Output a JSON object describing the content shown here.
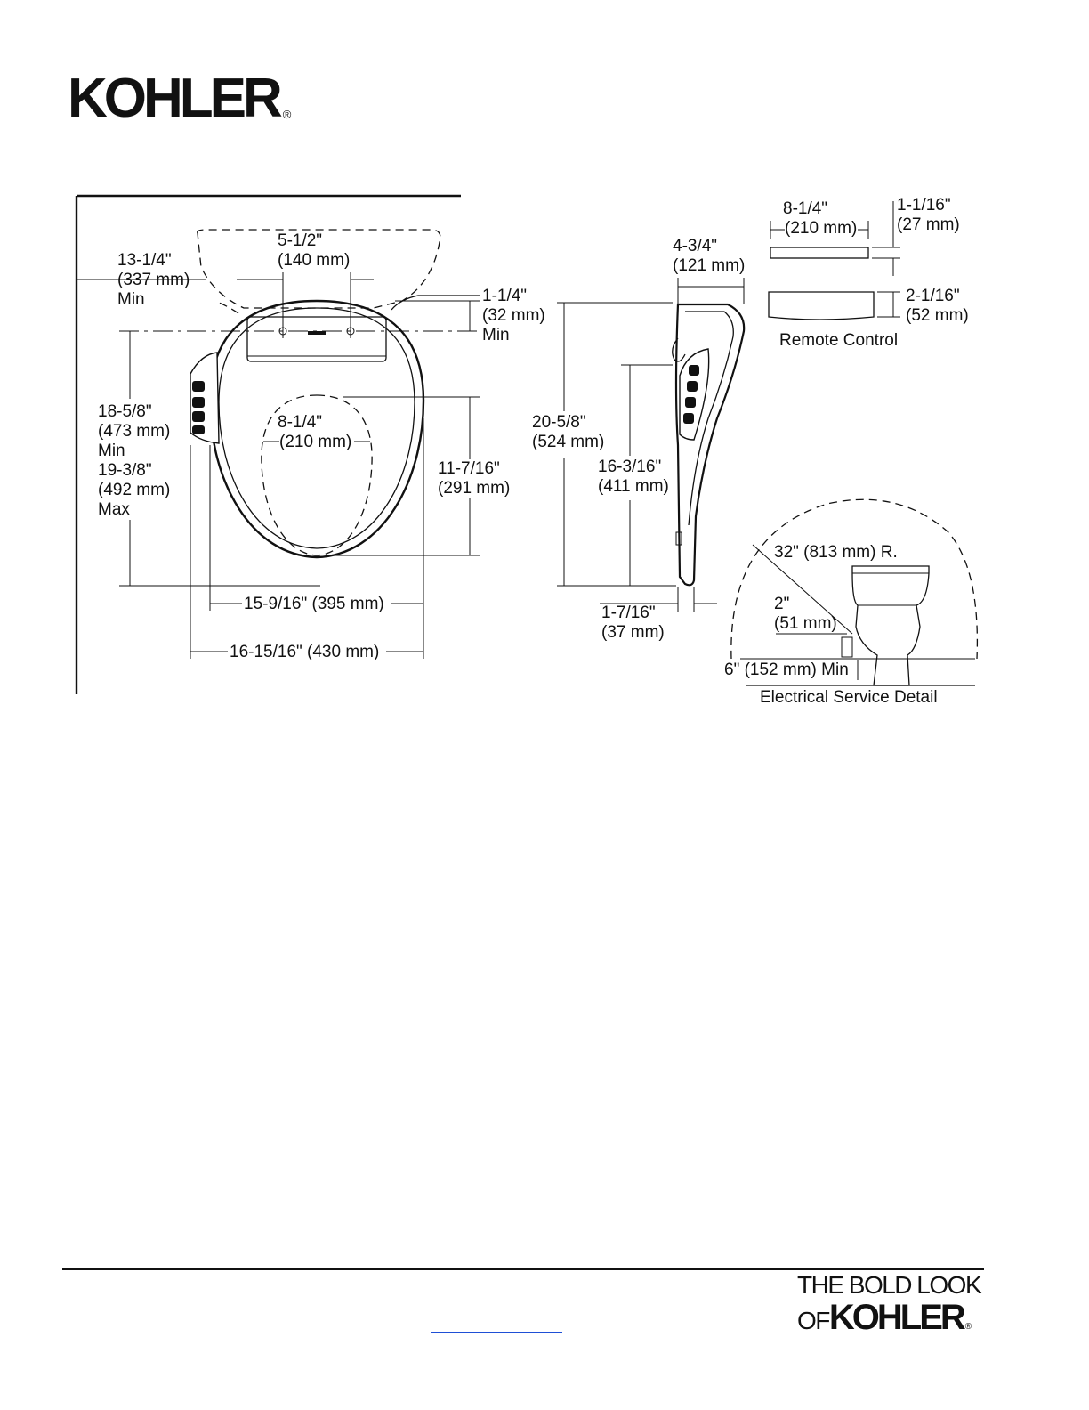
{
  "brand": {
    "name": "KOHLER",
    "reg_mark": "®"
  },
  "labels": {
    "d1": [
      "13-1/4\"",
      "(337 mm)",
      "Min"
    ],
    "d2": [
      "5-1/2\"",
      "(140 mm)"
    ],
    "d3": [
      "1-1/4\"",
      "(32 mm)",
      "Min"
    ],
    "d4": [
      "18-5/8\"",
      "(473 mm)",
      "Min",
      "19-3/8\"",
      "(492 mm)",
      "Max"
    ],
    "d5": [
      "8-1/4\"",
      "(210 mm)"
    ],
    "d6": [
      "11-7/16\"",
      "(291 mm)"
    ],
    "d7": "15-9/16\" (395 mm)",
    "d8": "16-15/16\" (430 mm)",
    "d9": [
      "4-3/4\"",
      "(121 mm)"
    ],
    "d10": [
      "20-5/8\"",
      "(524 mm)"
    ],
    "d11": [
      "16-3/16\"",
      "(411 mm)"
    ],
    "d12": [
      "1-7/16\"",
      "(37 mm)"
    ],
    "d13": [
      "8-1/4\"",
      "(210 mm)"
    ],
    "d14": [
      "1-1/16\"",
      "(27 mm)"
    ],
    "d15": [
      "2-1/16\"",
      "(52 mm)"
    ],
    "remote_title": "Remote Control",
    "d16": "32\" (813 mm) R.",
    "d17": [
      "2\"",
      "(51 mm)"
    ],
    "d18": "6\" (152 mm) Min",
    "elec_title": "Electrical Service Detail"
  },
  "footer": {
    "tag_line1": "THE BOLD LOOK",
    "tag_of": "OF",
    "tag_brand": "KOHLER",
    "reg_mark": "®"
  }
}
